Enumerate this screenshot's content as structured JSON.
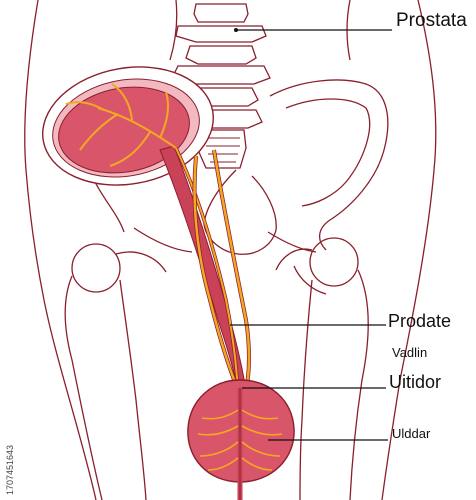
{
  "labels": {
    "prostata": "Prostata",
    "prodate": "Prodate",
    "vadlin": "Vadlin",
    "uitidor": "Uitidor",
    "ulddar": "Ulddar"
  },
  "watermark": "1707451643",
  "colors": {
    "outline": "#8a1f2c",
    "organ_fill": "#d9566a",
    "organ_rim": "#f2b9c0",
    "duct": "#f5a623",
    "vessel": "#c94257",
    "leader": "#111111"
  }
}
